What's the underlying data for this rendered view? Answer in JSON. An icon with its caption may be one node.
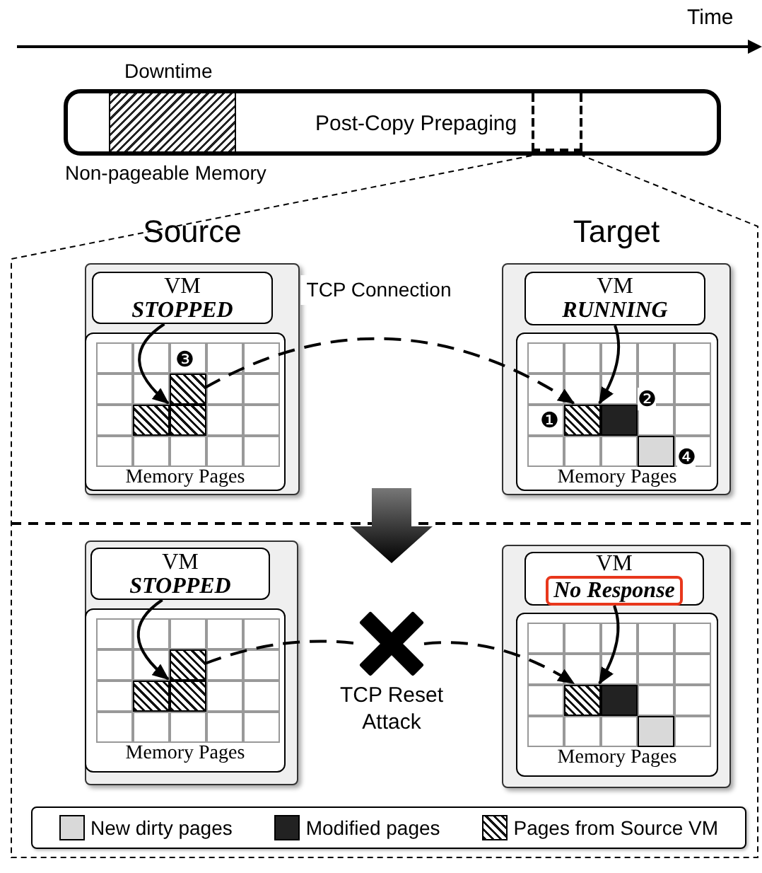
{
  "diagram": {
    "nodes": [
      {
        "text": [
          "Post-Copy Prepaging"
        ]
      },
      {
        "text": [
          "Source"
        ]
      },
      {
        "text": [
          "VM",
          "STOPPED"
        ],
        "in": 1
      },
      {
        "text": [
          "Memory Pages"
        ],
        "in": 1
      },
      {
        "text": [],
        "shape": "box",
        "in": 3
      },
      {
        "text": [],
        "shape": "box",
        "in": 3
      },
      {
        "text": [],
        "shape": "box",
        "in": 3
      },
      {
        "text": [
          "Target"
        ]
      },
      {
        "text": [
          "VM",
          "RUNNING"
        ],
        "in": 7
      },
      {
        "text": [
          "Memory Pages"
        ],
        "in": 7
      },
      {
        "text": [],
        "shape": "box",
        "in": 9
      },
      {
        "text": [],
        "shape": "box",
        "in": 9
      },
      {
        "text": [],
        "shape": "box",
        "in": 9
      },
      {
        "text": [],
        "shape": "box"
      },
      {
        "text": [
          "VM",
          "STOPPED"
        ],
        "in": 13
      },
      {
        "text": [
          "Memory Pages"
        ],
        "in": 13
      },
      {
        "text": [],
        "shape": "box",
        "in": 15
      },
      {
        "text": [],
        "shape": "box",
        "in": 15
      },
      {
        "text": [],
        "shape": "box",
        "in": 15
      },
      {
        "text": [],
        "shape": "box"
      },
      {
        "text": [
          "VM",
          "No Response"
        ],
        "in": 19
      },
      {
        "text": [
          "Memory Pages"
        ],
        "in": 19
      },
      {
        "text": [],
        "shape": "box",
        "in": 21
      },
      {
        "text": [],
        "shape": "box",
        "in": 21
      },
      {
        "text": [],
        "shape": "box",
        "in": 21
      },
      {
        "text": [],
        "shape": "cross",
        "beside": [
          "TCP Reset Attack"
        ]
      },
      {
        "text": [],
        "shape": "box",
        "in": 0
      }
    ],
    "edges": [
      {
        "from": 2,
        "to": 5,
        "arrow": "to"
      },
      {
        "from": 4,
        "to": 10,
        "arrow": "to",
        "label": "TCP Connection",
        "style": "dashed"
      },
      {
        "from": 8,
        "to": 10,
        "arrow": "to"
      },
      {
        "from": 14,
        "to": 17,
        "arrow": "to"
      },
      {
        "from": 16,
        "to": 25,
        "arrow": "none",
        "style": "dashed"
      },
      {
        "from": 25,
        "to": 22,
        "arrow": "to",
        "style": "dashed"
      },
      {
        "from": 20,
        "to": 22,
        "arrow": "to"
      }
    ],
    "labels": [
      "Time",
      "Downtime",
      "Non-pageable Memory",
      "❸",
      "❷",
      "❶",
      "❹"
    ],
    "legend": [
      {
        "text": "New dirty pages",
        "color": "#d9d9d9"
      },
      {
        "text": "Modified pages",
        "color": "#222222"
      },
      {
        "text": "Pages from Source VM"
      }
    ]
  }
}
